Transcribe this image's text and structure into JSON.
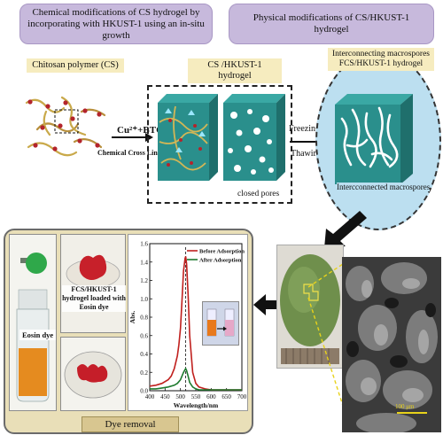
{
  "top_left_banner": "Chemical modifications of CS hydrogel by incorporating with HKUST-1 using an in-situ growth",
  "top_right_banner": "Physical modifications of CS/HKUST-1 hydrogel",
  "chitosan_label": "Chitosan polymer (CS)",
  "reagent_label": "Cu²⁺+BTC",
  "crosslinker_label": "Chemical Cross Linker",
  "cs_hkust_label": "CS /HKUST-1 hydrogel",
  "closed_pores_label": "closed pores",
  "freezing_label": "Freezing",
  "thawing_label": "Thawing",
  "fcs_label": "Interconnecting macrospores FCS/HKUST-1 hydrogel",
  "macropores_label": "Intercconnected macrospores",
  "eosin_label": "Eosin dye",
  "loaded_label": "FCS/HKUST-1 hydrogel loaded with Eosin dye",
  "dye_removal_label": "Dye removal",
  "sem_scale": "100 μm",
  "colors": {
    "banner": "#c7b9dc",
    "tag": "#f6ecbf",
    "cube": "#2a8f8c",
    "panel": "#e9dfb8",
    "before_line": "#c0201e",
    "after_line": "#1e7a2e"
  },
  "chart_data": {
    "type": "line",
    "xlabel": "Wavelength/nm",
    "ylabel": "Abs.",
    "xlim": [
      400,
      700
    ],
    "ylim": [
      0,
      1.6
    ],
    "xticks": [
      400,
      450,
      500,
      550,
      600,
      650,
      700
    ],
    "yticks": [
      0.0,
      0.2,
      0.4,
      0.6,
      0.8,
      1.0,
      1.2,
      1.4,
      1.6
    ],
    "ytick_labels": [
      "0.0",
      "0.2",
      "0.4",
      "0.6",
      "0.8",
      "1.0",
      "1.2",
      "1.4",
      "1.6"
    ],
    "legend_position": "top-right",
    "peak_marker_x": 517,
    "series": [
      {
        "name": "Before Adsorption",
        "color": "#c0201e",
        "x": [
          400,
          420,
          440,
          460,
          470,
          480,
          490,
          495,
          500,
          505,
          510,
          515,
          517,
          520,
          525,
          530,
          540,
          550,
          560,
          580,
          600,
          650,
          700
        ],
        "y": [
          0.05,
          0.06,
          0.08,
          0.12,
          0.16,
          0.24,
          0.38,
          0.5,
          0.68,
          0.98,
          1.3,
          1.44,
          1.46,
          1.38,
          1.05,
          0.6,
          0.2,
          0.08,
          0.04,
          0.02,
          0.01,
          0.01,
          0.01
        ]
      },
      {
        "name": "After Adsorption",
        "color": "#1e7a2e",
        "x": [
          400,
          420,
          440,
          460,
          480,
          490,
          500,
          505,
          510,
          515,
          517,
          520,
          525,
          530,
          540,
          550,
          560,
          600,
          650,
          700
        ],
        "y": [
          0.02,
          0.02,
          0.03,
          0.04,
          0.06,
          0.08,
          0.12,
          0.16,
          0.2,
          0.23,
          0.24,
          0.22,
          0.16,
          0.09,
          0.04,
          0.02,
          0.01,
          0.01,
          0.01,
          0.01
        ]
      }
    ]
  }
}
